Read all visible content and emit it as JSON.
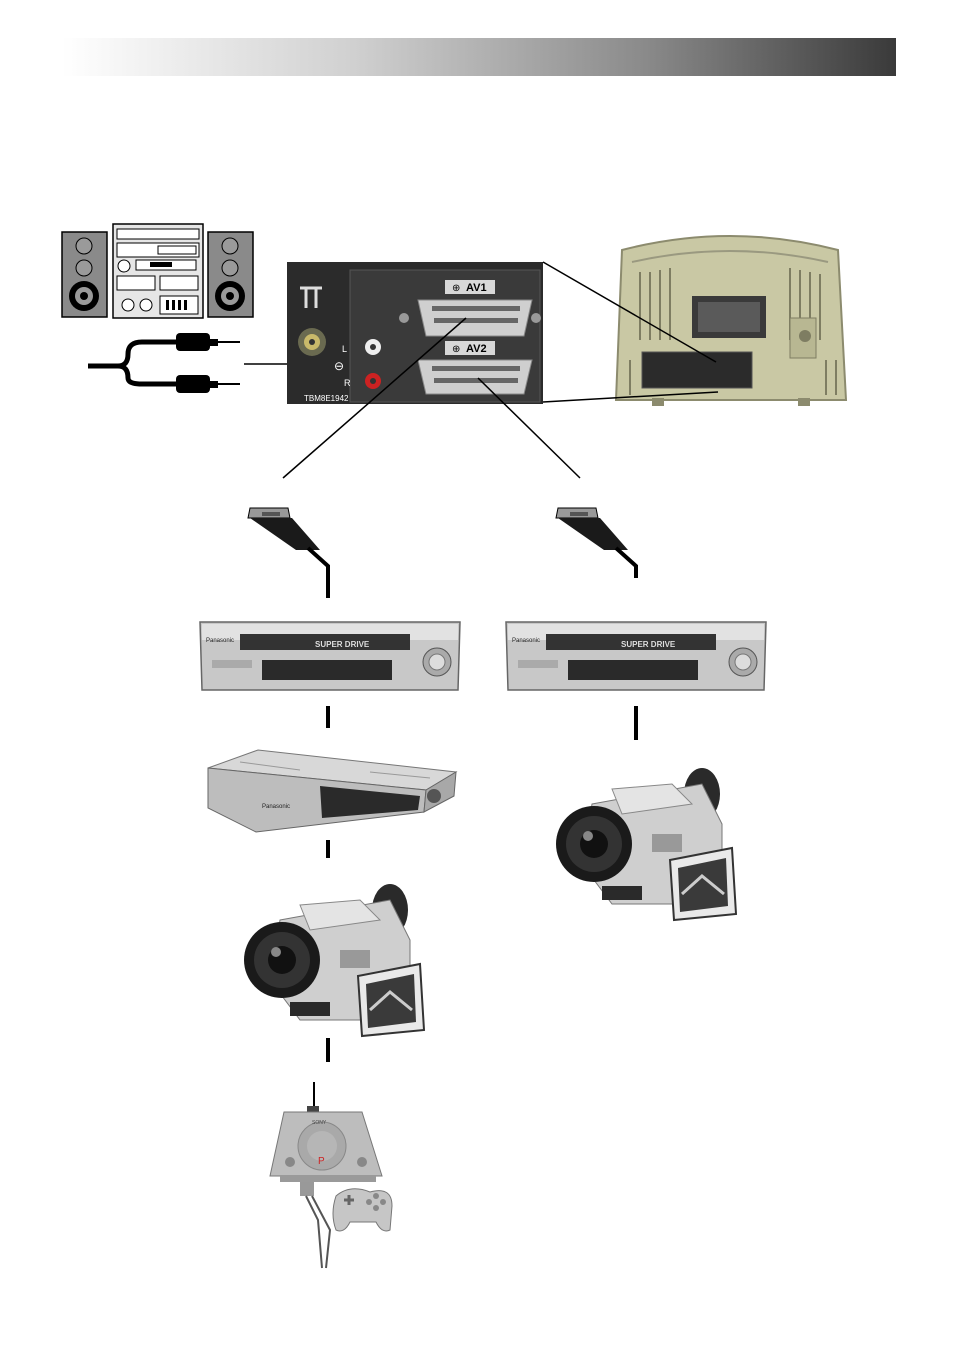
{
  "panel": {
    "scart_top": "AV1",
    "scart_bottom": "AV2",
    "audio_left": "L",
    "audio_right": "R",
    "model_code": "TBM8E1942"
  },
  "vcr": {
    "brand": "Panasonic",
    "deck_label": "SUPER DRIVE"
  },
  "receiver": {
    "brand": "Panasonic"
  },
  "console": {
    "brand": "SONY"
  },
  "colors": {
    "tv_body": "#c9c8a4",
    "panel_bg": "#2a2a2a",
    "cable": "#000000",
    "header_dark": "#3a3a3a"
  }
}
